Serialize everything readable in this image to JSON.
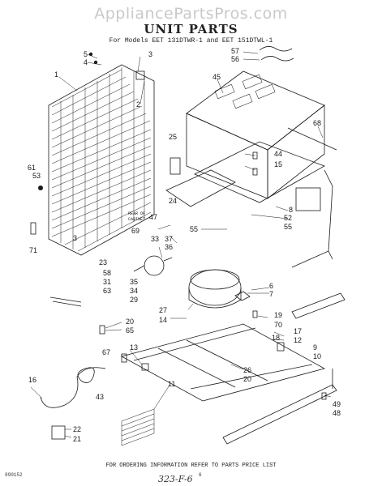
{
  "watermark": "AppliancePartsPros.com",
  "title": "UNIT PARTS",
  "subtitle": "For Models EET 131DTWR-1 and EET 151DTWL-1",
  "footer": "FOR ORDERING INFORMATION REFER TO PARTS PRICE LIST",
  "code": "990152",
  "page_number": "6",
  "handwritten_note": "323-F-6",
  "rear_of_cabinet": [
    "REAR OF",
    "CABINET"
  ],
  "callouts": {
    "c1": "1",
    "c2": "2",
    "c3": "3",
    "c3b": "3",
    "c4": "4",
    "c5": "5",
    "c6": "6",
    "c7": "7",
    "c8": "8",
    "c9": "9",
    "c10": "10",
    "c11": "11",
    "c12": "12",
    "c13": "13",
    "c14": "14",
    "c15": "15",
    "c16": "16",
    "c17": "17",
    "c18": "18",
    "c19": "19",
    "c20a": "20",
    "c20b": "20",
    "c21": "21",
    "c22": "22",
    "c23": "23",
    "c24": "24",
    "c25": "25",
    "c26": "26",
    "c27": "27",
    "c29": "29",
    "c31": "31",
    "c33": "33",
    "c34": "34",
    "c35": "35",
    "c36": "36",
    "c37": "37",
    "c43": "43",
    "c44": "44",
    "c45": "45",
    "c47": "47",
    "c48": "48",
    "c49": "49",
    "c52": "52",
    "c53": "53",
    "c55a": "55",
    "c55b": "55",
    "c56": "56",
    "c57": "57",
    "c58": "58",
    "c61": "61",
    "c63": "63",
    "c65": "65",
    "c67": "67",
    "c68": "68",
    "c69": "69",
    "c70": "70",
    "c71": "71"
  }
}
